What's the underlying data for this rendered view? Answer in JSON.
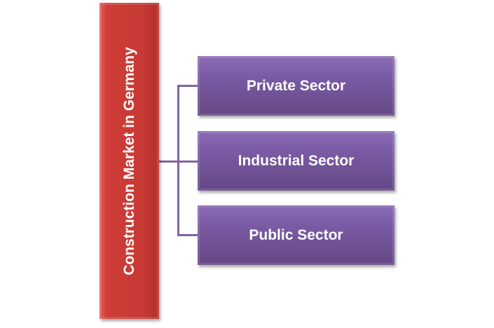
{
  "root": {
    "label": "Construction  Market in Germany"
  },
  "children": [
    {
      "label": "Private Sector"
    },
    {
      "label": "Industrial Sector"
    },
    {
      "label": "Public Sector"
    }
  ],
  "colors": {
    "root": "#c83a35",
    "child": "#7b5ca6",
    "connector": "#8064a2"
  }
}
